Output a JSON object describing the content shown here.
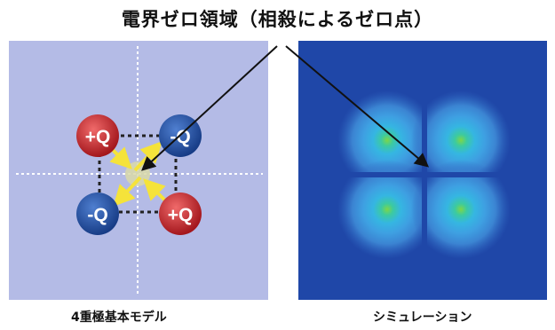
{
  "title": "電界ゼロ領域（相殺によるゼロ点）",
  "left_panel": {
    "caption": "4重極基本モデル",
    "charges": [
      {
        "label": "+Q",
        "color": "#c4242a"
      },
      {
        "label": "-Q",
        "color": "#1f4f9e"
      },
      {
        "label": "-Q",
        "color": "#1f4f9e"
      },
      {
        "label": "+Q",
        "color": "#c4242a"
      }
    ],
    "background": "#b4bbe6"
  },
  "right_panel": {
    "caption": "シミュレーション",
    "background": "#1f47a8"
  }
}
